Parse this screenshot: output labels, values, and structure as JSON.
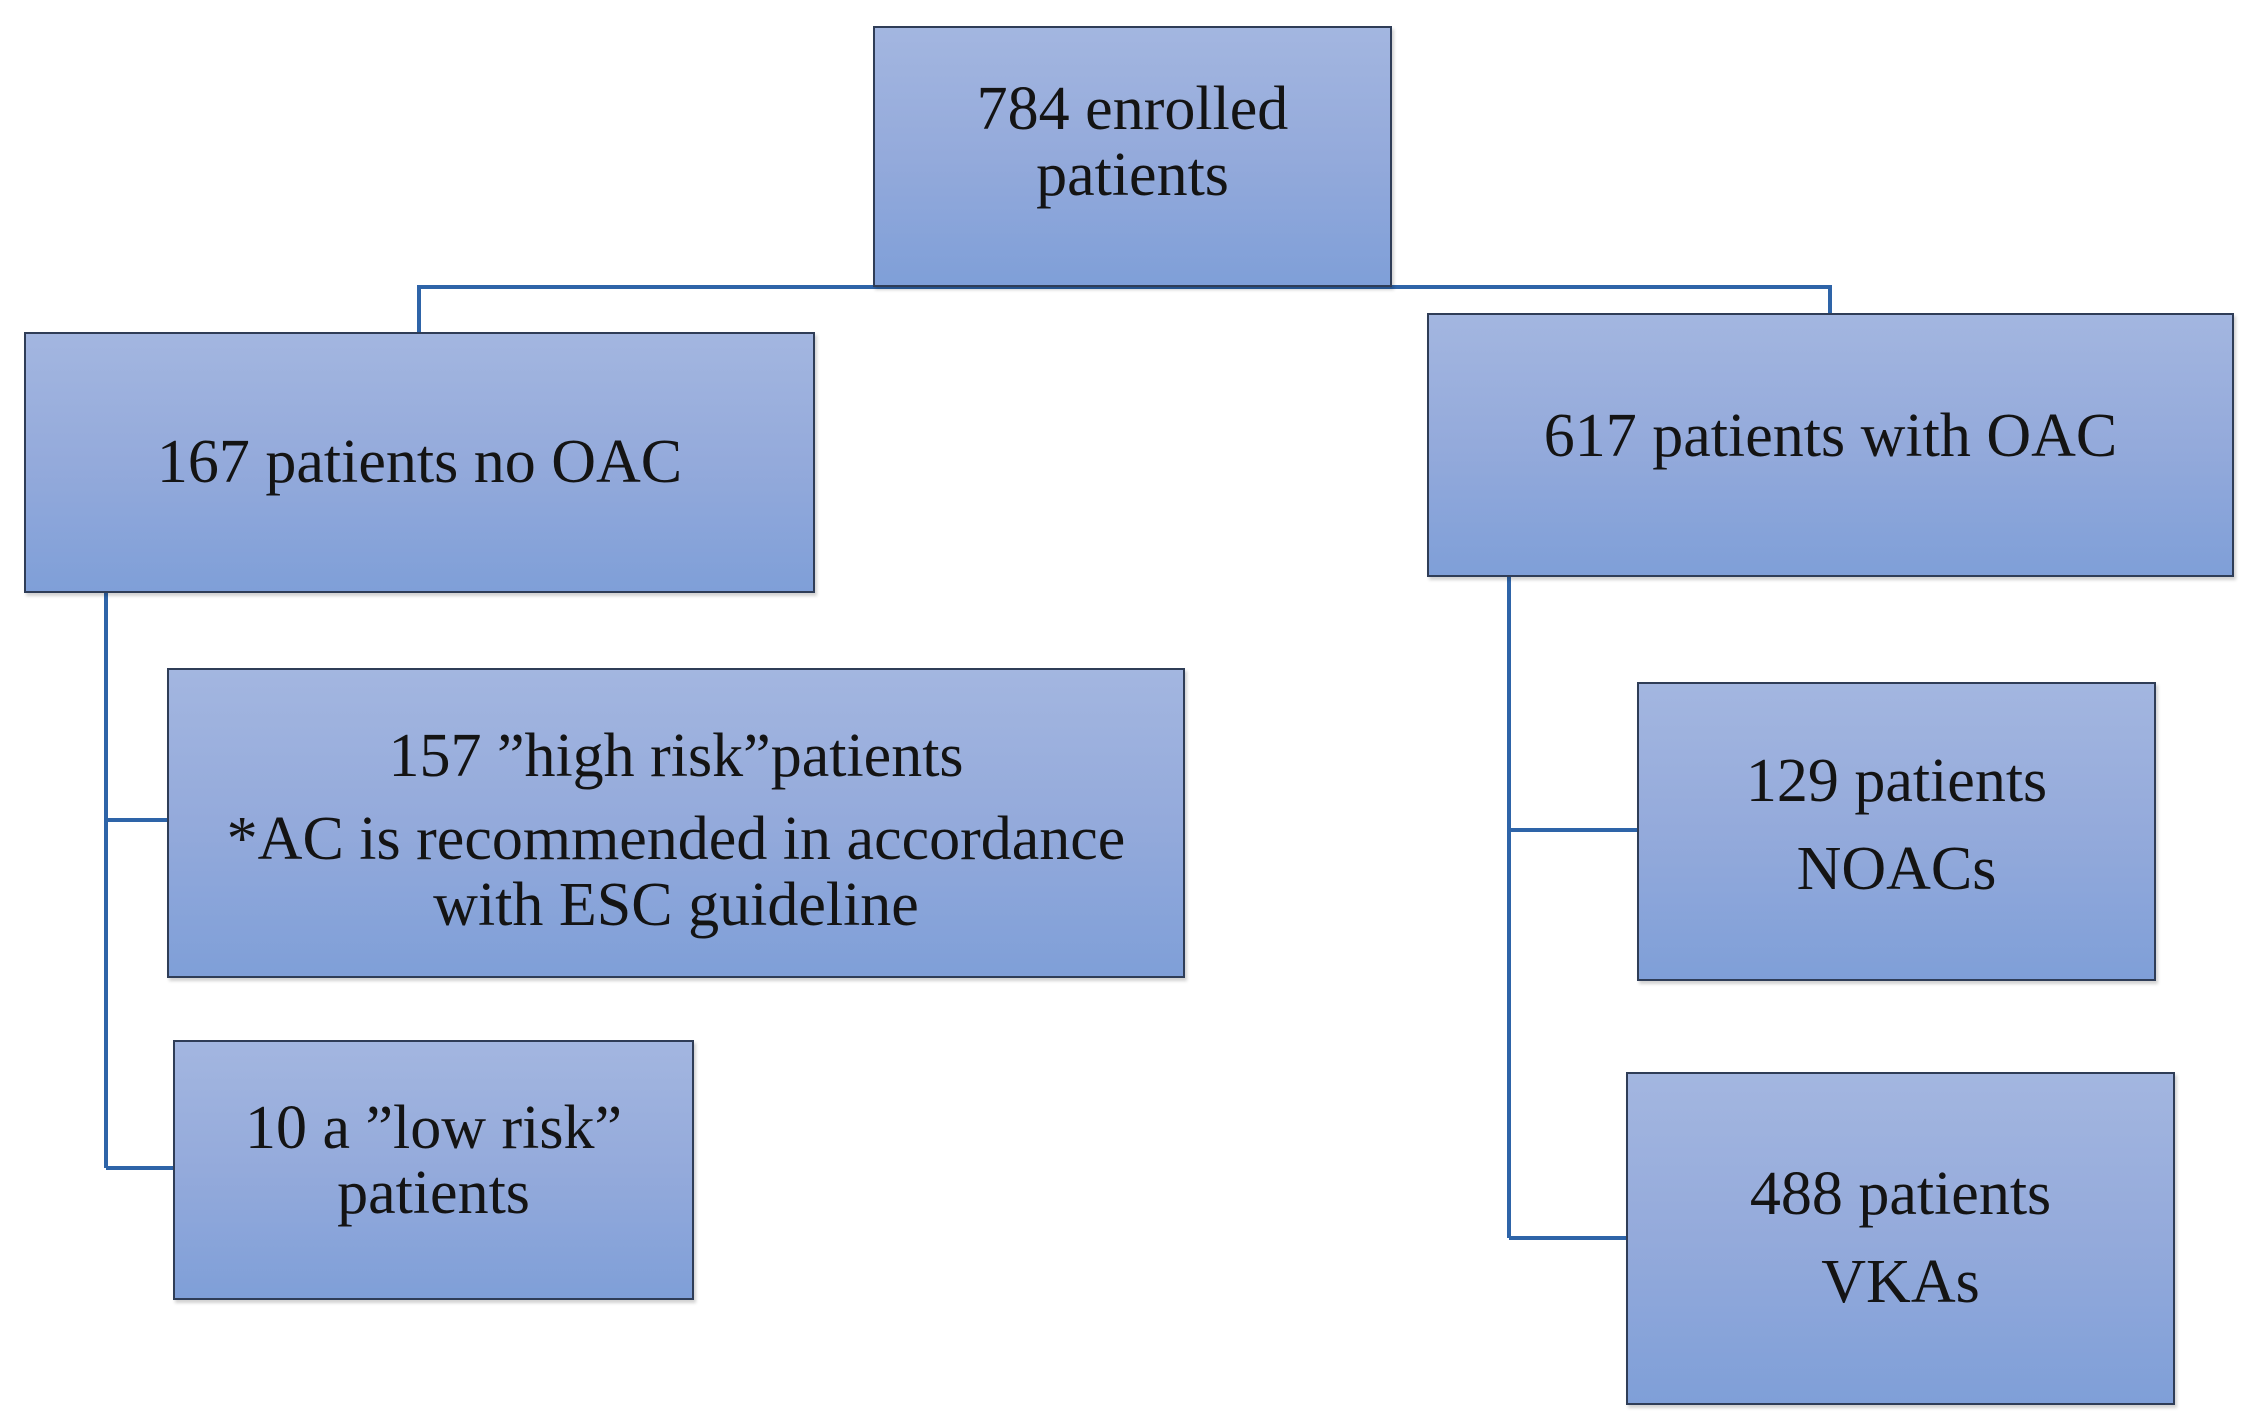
{
  "colors": {
    "box_fill_top": "#a3b6e0",
    "box_fill_bottom": "#7f9fd8",
    "box_border": "#2f3d57",
    "connector": "#2e64a8"
  },
  "nodes": {
    "root": {
      "lines": [
        "784 enrolled",
        "patients"
      ]
    },
    "no_oac": {
      "lines": [
        "167 patients no OAC"
      ]
    },
    "with_oac": {
      "lines": [
        "617 patients with OAC"
      ]
    },
    "high_risk": {
      "lines": [
        "157 ”high risk”patients"
      ],
      "note_lines": [
        "*AC is recommended in accordance",
        "with ESC guideline"
      ]
    },
    "low_risk": {
      "lines": [
        "10 a ”low risk”",
        "patients"
      ]
    },
    "noacs": {
      "lines": [
        "129 patients",
        "NOACs"
      ]
    },
    "vkas": {
      "lines": [
        "488 patients",
        "VKAs"
      ]
    }
  }
}
